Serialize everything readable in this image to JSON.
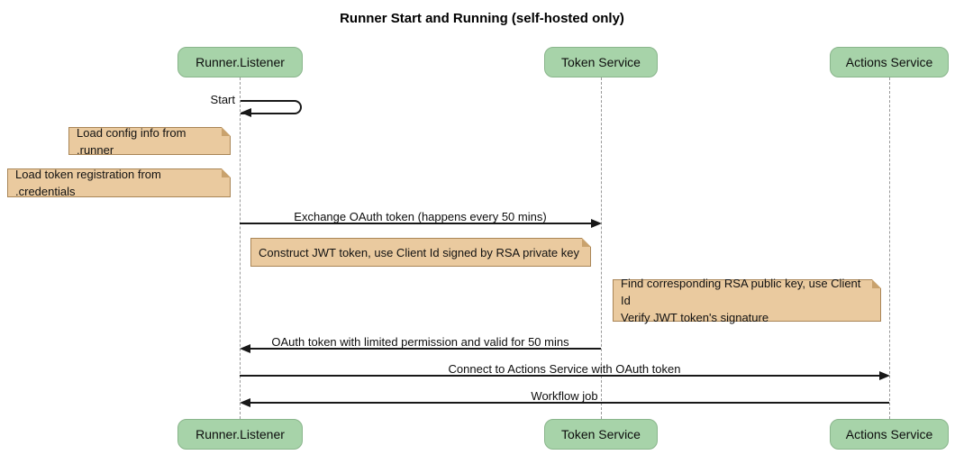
{
  "diagram": {
    "title": "Runner Start and Running (self-hosted only)",
    "participants": [
      {
        "name": "Runner.Listener"
      },
      {
        "name": "Token Service"
      },
      {
        "name": "Actions Service"
      }
    ],
    "messages": [
      {
        "label": "Start",
        "from": "Runner.Listener",
        "to": "Runner.Listener",
        "type": "self"
      },
      {
        "label": "Exchange OAuth token (happens every 50 mins)",
        "from": "Runner.Listener",
        "to": "Token Service",
        "type": "solid-arrow"
      },
      {
        "label": "OAuth token with limited permission and valid for 50 mins",
        "from": "Token Service",
        "to": "Runner.Listener",
        "type": "solid-arrow"
      },
      {
        "label": "Connect to Actions Service with OAuth token",
        "from": "Runner.Listener",
        "to": "Actions Service",
        "type": "solid-arrow"
      },
      {
        "label": "Workflow job",
        "from": "Actions Service",
        "to": "Runner.Listener",
        "type": "solid-arrow"
      }
    ],
    "notes": [
      {
        "text": "Load config info from .runner",
        "position": "left of Runner.Listener"
      },
      {
        "text": "Load token registration from .credentials",
        "position": "left of Runner.Listener"
      },
      {
        "text": "Construct JWT token, use Client Id signed by RSA private key",
        "position": "over Runner.Listener and Token Service"
      },
      {
        "lines": [
          "Find corresponding RSA public key, use Client Id",
          "Verify JWT token's signature"
        ],
        "position": "left of Actions Service"
      }
    ],
    "colors": {
      "participant_fill": "#A7D3A9",
      "participant_border": "#89B58B",
      "note_fill": "#EACA9F",
      "note_border": "#A98556",
      "lifeline": "#999999",
      "arrow": "#181818",
      "background": "#FFFFFF"
    }
  }
}
